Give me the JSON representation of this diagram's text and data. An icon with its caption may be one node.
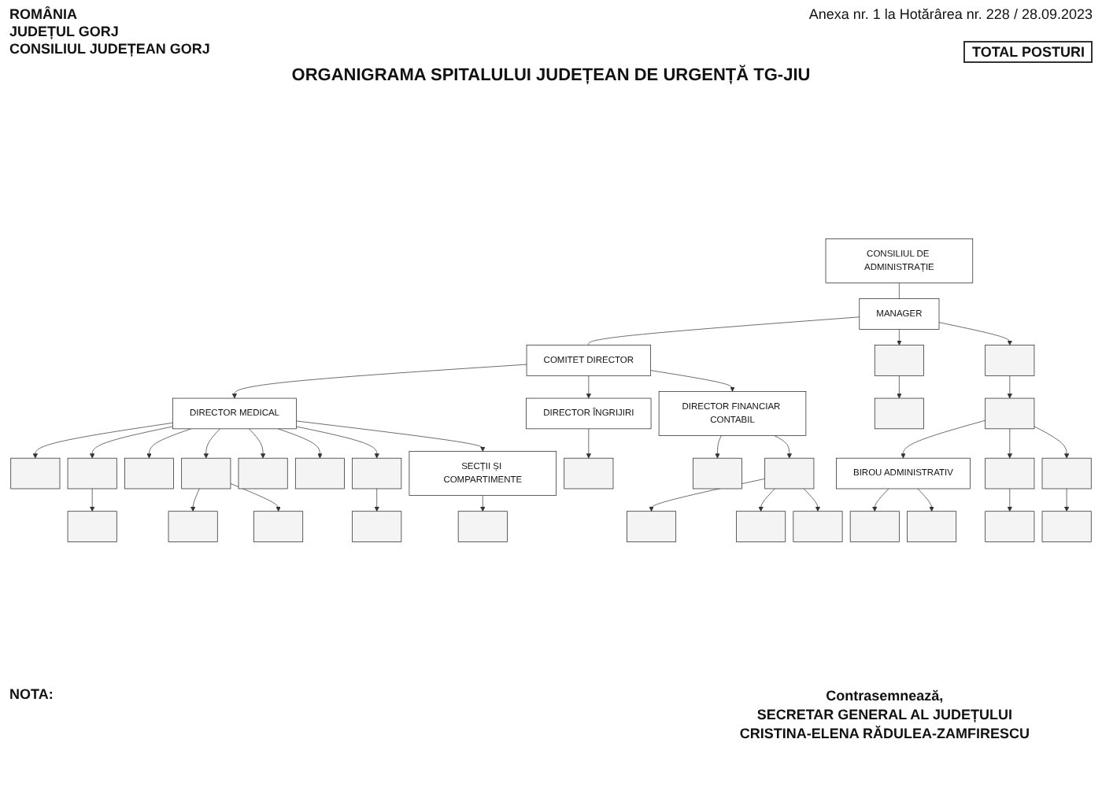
{
  "diagram": {
    "title": "ORGANIGRAMA SPITALULUI JUDEȚEAN DE URGENȚĂ TG-JIU",
    "nodes": [
      {
        "text": [
          "CONSILIUL DE ADMINISTRAȚIE"
        ]
      },
      {
        "text": [
          "MANAGER"
        ]
      },
      {
        "text": [
          "COMITET DIRECTOR"
        ]
      },
      {
        "text": [],
        "shape": "box"
      },
      {
        "text": [],
        "shape": "box"
      },
      {
        "text": [
          "DIRECTOR MEDICAL"
        ]
      },
      {
        "text": [],
        "shape": "box"
      },
      {
        "text": [
          "DIRECTOR ÎNGRIJIRI"
        ]
      },
      {
        "text": [],
        "shape": "box"
      },
      {
        "text": [
          "DIRECTOR FINANCIAR CONTABIL"
        ]
      },
      {
        "text": [],
        "shape": "box"
      },
      {
        "text": [],
        "shape": "box"
      },
      {
        "text": [],
        "shape": "box"
      },
      {
        "text": [],
        "shape": "box"
      },
      {
        "text": [],
        "shape": "box"
      },
      {
        "text": [],
        "shape": "box"
      },
      {
        "text": [],
        "shape": "box"
      },
      {
        "text": [
          "BIROU ADMINISTRATIV"
        ]
      },
      {
        "text": [],
        "shape": "box"
      },
      {
        "text": [],
        "shape": "box"
      },
      {
        "text": [],
        "shape": "box"
      },
      {
        "text": [],
        "shape": "box"
      },
      {
        "text": [],
        "shape": "box"
      },
      {
        "text": [],
        "shape": "box"
      },
      {
        "text": [],
        "shape": "box"
      },
      {
        "text": [],
        "shape": "box"
      },
      {
        "text": [],
        "shape": "box"
      },
      {
        "text": [],
        "shape": "box"
      },
      {
        "text": [],
        "shape": "box"
      },
      {
        "text": [],
        "shape": "box"
      },
      {
        "text": [],
        "shape": "box"
      },
      {
        "text": [],
        "shape": "box"
      },
      {
        "text": [],
        "shape": "box"
      },
      {
        "text": [],
        "shape": "box"
      },
      {
        "text": [
          "SECȚII ȘI COMPARTIMENTE"
        ]
      },
      {
        "text": [],
        "shape": "box"
      }
    ],
    "edges": [
      {
        "from": 0,
        "to": 1,
        "arrow": "none"
      },
      {
        "from": 1,
        "to": 2,
        "arrow": "none"
      },
      {
        "from": 1,
        "to": 3,
        "arrow": "to"
      },
      {
        "from": 3,
        "to": 4,
        "arrow": "to"
      },
      {
        "from": 1,
        "to": 15,
        "arrow": "to"
      },
      {
        "from": 15,
        "to": 16,
        "arrow": "to"
      },
      {
        "from": 16,
        "to": 17,
        "arrow": "to"
      },
      {
        "from": 16,
        "to": 18,
        "arrow": "to"
      },
      {
        "from": 16,
        "to": 19,
        "arrow": "to"
      },
      {
        "from": 17,
        "to": 20,
        "arrow": "to"
      },
      {
        "from": 17,
        "to": 21,
        "arrow": "to"
      },
      {
        "from": 18,
        "to": 22,
        "arrow": "to"
      },
      {
        "from": 19,
        "to": 23,
        "arrow": "to"
      },
      {
        "from": 2,
        "to": 5,
        "arrow": "to"
      },
      {
        "from": 2,
        "to": 7,
        "arrow": "to"
      },
      {
        "from": 2,
        "to": 9,
        "arrow": "to"
      },
      {
        "from": 5,
        "to": 6,
        "arrow": "to"
      },
      {
        "from": 7,
        "to": 8,
        "arrow": "to"
      },
      {
        "from": 9,
        "to": 10,
        "arrow": "to"
      },
      {
        "from": 9,
        "to": 11,
        "arrow": "to"
      },
      {
        "from": 11,
        "to": 12,
        "arrow": "to"
      },
      {
        "from": 11,
        "to": 13,
        "arrow": "to"
      },
      {
        "from": 11,
        "to": 14,
        "arrow": "to"
      },
      {
        "from": 5,
        "to": 24,
        "arrow": "to"
      },
      {
        "from": 24,
        "to": 25,
        "arrow": "to"
      },
      {
        "from": 5,
        "to": 26,
        "arrow": "to"
      },
      {
        "from": 5,
        "to": 27,
        "arrow": "to"
      },
      {
        "from": 27,
        "to": 28,
        "arrow": "to"
      },
      {
        "from": 27,
        "to": 29,
        "arrow": "to"
      },
      {
        "from": 5,
        "to": 30,
        "arrow": "to"
      },
      {
        "from": 5,
        "to": 31,
        "arrow": "to"
      },
      {
        "from": 5,
        "to": 32,
        "arrow": "to"
      },
      {
        "from": 32,
        "to": 33,
        "arrow": "to"
      },
      {
        "from": 5,
        "to": 34,
        "arrow": "to"
      },
      {
        "from": 34,
        "to": 35,
        "arrow": "to"
      }
    ],
    "labels": [
      "ROMÂNIA",
      "JUDEȚUL GORJ",
      "CONSILIUL JUDEȚEAN GORJ",
      "Anexa nr. 1 la Hotărârea nr. 228 / 28.09.2023",
      "TOTAL POSTURI",
      "NOTA:",
      "Contrasemnează,",
      "SECRETAR GENERAL AL JUDEȚULUI",
      "CRISTINA-ELENA RĂDULEA-ZAMFIRESCU"
    ]
  }
}
